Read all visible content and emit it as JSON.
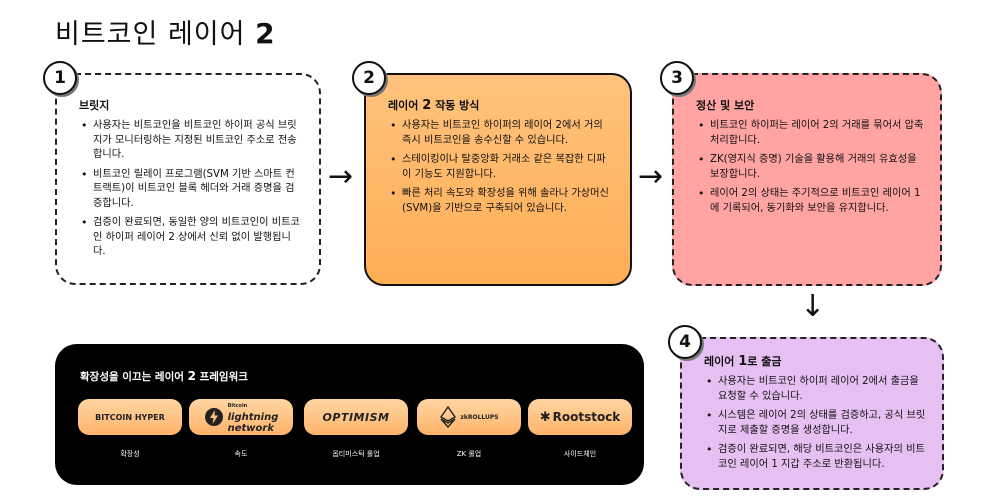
{
  "title": {
    "text": "비트코인 레이어",
    "number": "2"
  },
  "steps": [
    {
      "badge": "1",
      "heading": "브릿지",
      "heading_suffix": "",
      "items": [
        "사용자는 비트코인을 비트코인 하이퍼 공식 브릿지가 모니터링하는 지정된 비트코인 주소로 전송합니다.",
        "비트코인 릴레이 프로그램(SVM 기반 스마트 컨트랙트)이 비트코인 블록 헤더와 거래 증명을 검증합니다.",
        "검증이 완료되면, 동일한 양의 비트코인이 비트코인 하이퍼 레이어 2 상에서 신뢰 없이 발행됩니다."
      ]
    },
    {
      "badge": "2",
      "heading": "레이어",
      "heading_num": "2",
      "heading_suffix": "작동 방식",
      "items": [
        "사용자는 비트코인 하이퍼의 레이어 2에서 거의 즉시 비트코인을 송수신할 수 있습니다.",
        "스테이킹이나 탈중앙화 거래소 같은 복잡한 디파이 기능도 지원합니다.",
        "빠른 처리 속도와 확장성을 위해 솔라나 가상머신(SVM)을 기반으로 구축되어 있습니다."
      ]
    },
    {
      "badge": "3",
      "heading": "정산 및 보안",
      "heading_suffix": "",
      "items": [
        "비트코인 하이퍼는 레이어 2의 거래를 묶어서 압축 처리합니다.",
        "ZK(영지식 증명) 기술을 활용해 거래의 유효성을 보장합니다.",
        "레이어 2의 상태는 주기적으로 비트코인 레이어 1에 기록되어, 동기화와 보안을 유지합니다."
      ]
    },
    {
      "badge": "4",
      "heading": "레이어",
      "heading_num": "1",
      "heading_suffix": "로 출금",
      "items": [
        "사용자는 비트코인 하이퍼 레이어 2에서 출금을 요청할 수 있습니다.",
        "시스템은 레이어 2의 상태를 검증하고, 공식 브릿지로 제출할 증명을 생성합니다.",
        "검증이 완료되면, 해당 비트코인은 사용자의 비트코인 레이어 1 지갑 주소로 반환됩니다."
      ]
    }
  ],
  "framework": {
    "heading_pre": "확장성을 이끄는 레이어",
    "heading_num": "2",
    "heading_post": "프레임워크",
    "logos": [
      {
        "text": "BITCOIN HYPER",
        "caption": "확장성",
        "icon": "bitcoin-hyper-logo"
      },
      {
        "small": "Bitcoin",
        "text_top": "lightning",
        "text_bottom": "network",
        "caption": "속도",
        "icon": "lightning-bolt-icon"
      },
      {
        "text": "OPTIMISM",
        "caption": "옵티미스틱 롤업",
        "icon": "optimism-logo"
      },
      {
        "text": "zkROLLUPS",
        "caption": "ZK 롤업",
        "icon": "ethereum-diamond-icon"
      },
      {
        "text": "Rootstock",
        "caption": "사이드체인",
        "icon": "rootstock-gear-icon"
      }
    ]
  },
  "colors": {
    "card2": "#ffae55",
    "card3": "#ffa3a3",
    "card4": "#e7c0f3",
    "framework_bg": "#000000",
    "logo_bg": "#ffc98a"
  }
}
